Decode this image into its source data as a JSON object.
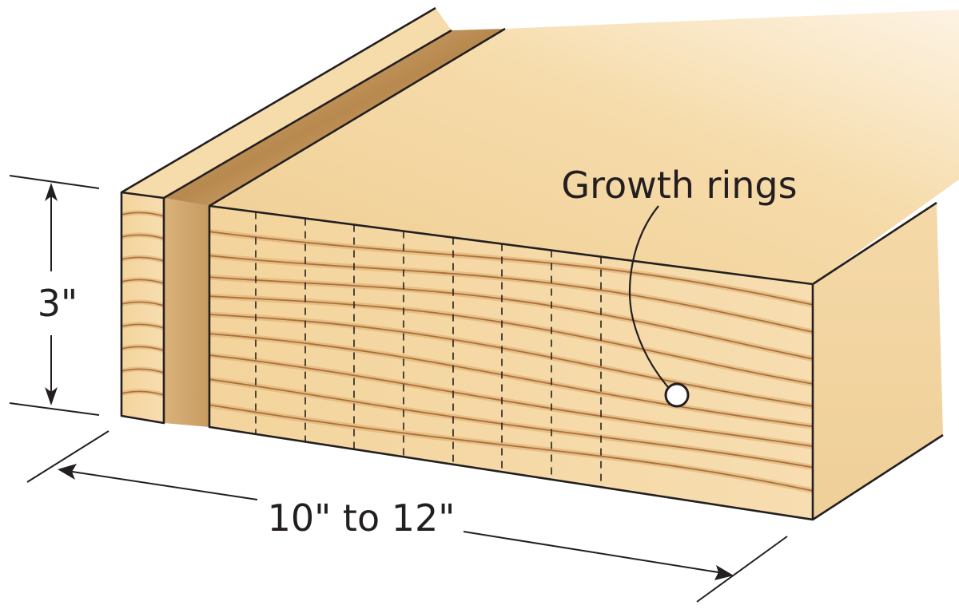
{
  "labels": {
    "height": "3\"",
    "width": "10\" to 12\"",
    "rings": "Growth rings"
  },
  "colors": {
    "wood_light": "#f8e2b6",
    "wood_mid": "#efcd92",
    "wood_side": "#f3d8a6",
    "groove": "#c9a36a",
    "ring_dark": "#a9703c",
    "ring_light": "#dcaa6c",
    "outline": "#231f20"
  }
}
